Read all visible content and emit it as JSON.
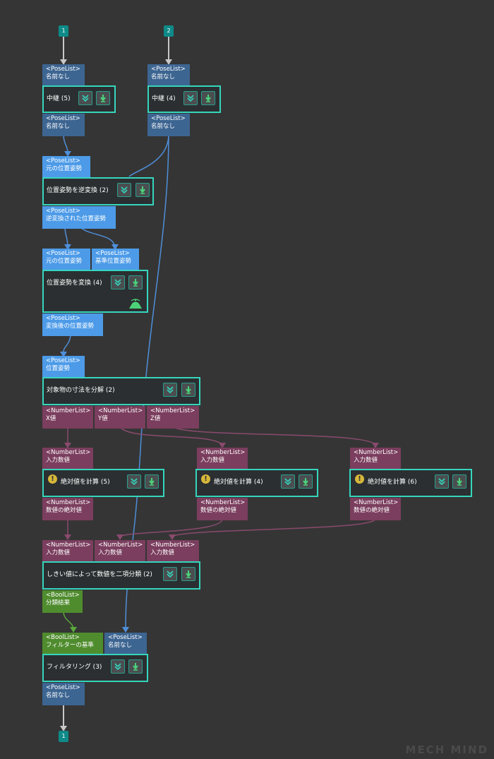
{
  "io": {
    "in1": "1",
    "in2": "2",
    "out1": "1"
  },
  "steps": {
    "relay5": {
      "in": {
        "type": "<PoseList>",
        "name": "名前なし"
      },
      "title": "中継 (5)",
      "out": {
        "type": "<PoseList>",
        "name": "名前なし"
      }
    },
    "relay4": {
      "in": {
        "type": "<PoseList>",
        "name": "名前なし"
      },
      "title": "中継 (4)",
      "out": {
        "type": "<PoseList>",
        "name": "名前なし"
      }
    },
    "invert": {
      "in": {
        "type": "<PoseList>",
        "name": "元の位置姿勢"
      },
      "title": "位置姿勢を逆変換 (2)",
      "out": {
        "type": "<PoseList>",
        "name": "逆変換された位置姿勢"
      }
    },
    "transform": {
      "in1": {
        "type": "<PoseList>",
        "name": "元の位置姿勢"
      },
      "in2": {
        "type": "<PoseList>",
        "name": "基準位置姿勢"
      },
      "title": "位置姿勢を変換 (4)",
      "out": {
        "type": "<PoseList>",
        "name": "変換後の位置姿勢"
      }
    },
    "decompose": {
      "in": {
        "type": "<PoseList>",
        "name": "位置姿勢"
      },
      "title": "対象物の寸法を分解 (2)",
      "out_x": {
        "type": "<NumberList>",
        "name": "X値"
      },
      "out_y": {
        "type": "<NumberList>",
        "name": "Y値"
      },
      "out_z": {
        "type": "<NumberList>",
        "name": "Z値"
      }
    },
    "abs5": {
      "in": {
        "type": "<NumberList>",
        "name": "入力数値"
      },
      "title": "絶対値を計算 (5)",
      "out": {
        "type": "<NumberList>",
        "name": "数値の絶対値"
      }
    },
    "abs4": {
      "in": {
        "type": "<NumberList>",
        "name": "入力数値"
      },
      "title": "絶対値を計算 (4)",
      "out": {
        "type": "<NumberList>",
        "name": "数値の絶対値"
      }
    },
    "abs6": {
      "in": {
        "type": "<NumberList>",
        "name": "入力数値"
      },
      "title": "絶対値を計算 (6)",
      "out": {
        "type": "<NumberList>",
        "name": "数値の絶対値"
      }
    },
    "classify": {
      "in1": {
        "type": "<NumberList>",
        "name": "入力数値"
      },
      "in2": {
        "type": "<NumberList>",
        "name": "入力数値"
      },
      "in3": {
        "type": "<NumberList>",
        "name": "入力数値"
      },
      "title": "しきい値によって数値を二項分類 (2)",
      "out": {
        "type": "<BoolList>",
        "name": "分類結果"
      }
    },
    "filter": {
      "in1": {
        "type": "<BoolList>",
        "name": "フィルターの基準"
      },
      "in2": {
        "type": "<PoseList>",
        "name": "名前なし"
      },
      "title": "フィルタリング (3)",
      "out": {
        "type": "<PoseList>",
        "name": "名前なし"
      }
    }
  },
  "warning_symbol": "!",
  "colors": {
    "background": "#353535",
    "node_border": "#35d6bd",
    "pose_port": "#3d6591",
    "pose_port_active": "#4d9be8",
    "number_port": "#7b3e5e",
    "bool_port": "#4f8c2e",
    "io_port": "#0e8a88"
  },
  "icons": [
    "collapse-chevron-icon",
    "download-arrow-icon",
    "warning-icon",
    "visualization-icon"
  ],
  "logo": "MECH MIND"
}
